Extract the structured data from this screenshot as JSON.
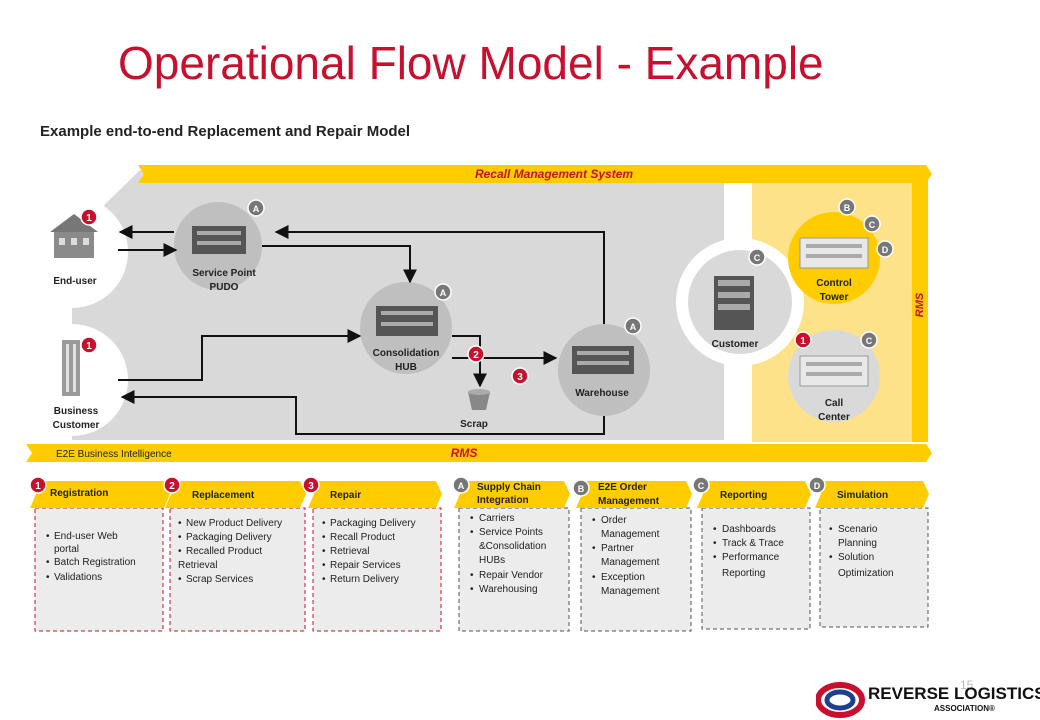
{
  "title": "Operational Flow Model - Example",
  "subtitle": "Example end-to-end Replacement and Repair Model",
  "banners": {
    "top": "Recall Management System",
    "side": "RMS",
    "bottom_left": "E2E Business Intelligence",
    "bottom_center": "RMS"
  },
  "nodes": {
    "end_user": {
      "label": "End-user",
      "badge": "1"
    },
    "business_customer": {
      "line1": "Business",
      "line2": "Customer",
      "badge": "1"
    },
    "service_point": {
      "line1": "Service Point",
      "line2": "PUDO",
      "badge": "A"
    },
    "consolidation": {
      "line1": "Consolidation",
      "line2": "HUB",
      "badge": "A"
    },
    "warehouse": {
      "label": "Warehouse",
      "badge": "A"
    },
    "scrap": {
      "label": "Scrap",
      "badge": "2"
    },
    "flow_badge": "3",
    "customer": {
      "label": "Customer",
      "badge": "C"
    },
    "control_tower": {
      "line1": "Control",
      "line2": "Tower",
      "badges": [
        "B",
        "C",
        "D"
      ]
    },
    "call_center": {
      "line1": "Call",
      "line2": "Center",
      "badges": [
        "1",
        "C"
      ]
    }
  },
  "boxes": [
    {
      "badge": "1",
      "title": "Registration",
      "items": [
        "End-user Web",
        "portal",
        "Batch Registration",
        "Validations"
      ]
    },
    {
      "badge": "2",
      "title": "Replacement",
      "items": [
        "New Product Delivery",
        "Packaging Delivery",
        "Recalled Product",
        "Retrieval",
        "Scrap Services"
      ]
    },
    {
      "badge": "3",
      "title": "Repair",
      "items": [
        "Packaging Delivery",
        "Recall Product",
        "Retrieval",
        "Repair Services",
        "Return Delivery"
      ]
    },
    {
      "badge": "A",
      "title_l1": "Supply Chain",
      "title_l2": "Integration",
      "items": [
        "Carriers",
        "Service Points",
        "&Consolidation",
        "HUBs",
        "Repair Vendor",
        "Warehousing"
      ]
    },
    {
      "badge": "B",
      "title_l1": "E2E Order",
      "title_l2": "Management",
      "items": [
        "Order",
        "Management",
        "Partner",
        "Management",
        "Exception",
        "Management"
      ]
    },
    {
      "badge": "C",
      "title": "Reporting",
      "items": [
        "Dashboards",
        "Track & Trace",
        "Performance",
        "Reporting"
      ]
    },
    {
      "badge": "D",
      "title": "Simulation",
      "items": [
        "Scenario",
        "Planning",
        "Solution",
        "Optimization"
      ]
    }
  ],
  "page_number": "15",
  "logo": {
    "line1": "REVERSE LOGISTICS",
    "line2": "ASSOCIATION®"
  },
  "colors": {
    "accent": "#c8102e",
    "banner": "#ffcc00",
    "panel": "#d9d9d9",
    "light_panel": "#fde28a"
  }
}
